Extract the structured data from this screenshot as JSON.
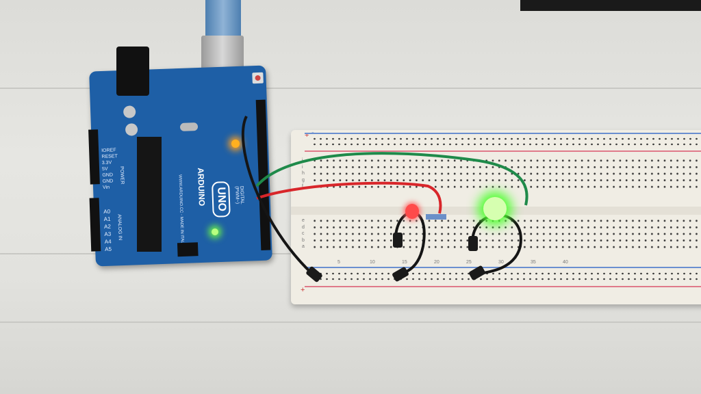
{
  "board": {
    "brand": "ARDUINO",
    "model": "UNO",
    "digital_label": "DIGITAL (PWM~)",
    "analog_label": "ANALOG IN",
    "power_label": "POWER",
    "power_pins": [
      "IOREF",
      "RESET",
      "3.3V",
      "5V",
      "GND",
      "GND",
      "Vin"
    ],
    "analog_pins": [
      "A0",
      "A1",
      "A2",
      "A3",
      "A4",
      "A5"
    ],
    "footer": "WWW.ARDUINO.CC - MADE IN ITALY"
  },
  "breadboard": {
    "column_numbers": [
      "5",
      "10",
      "15",
      "20",
      "25",
      "30",
      "35",
      "40"
    ],
    "rows_top": [
      "j",
      "i",
      "h",
      "g",
      "f"
    ],
    "rows_bottom": [
      "e",
      "d",
      "c",
      "b",
      "a"
    ],
    "plus": "+",
    "minus": "-"
  },
  "colors": {
    "board": "#1e5fa6",
    "led_red": "#ff3b3b",
    "led_green": "#7dff5a",
    "wire_red": "#d8262a",
    "wire_green": "#1f8a4a"
  }
}
